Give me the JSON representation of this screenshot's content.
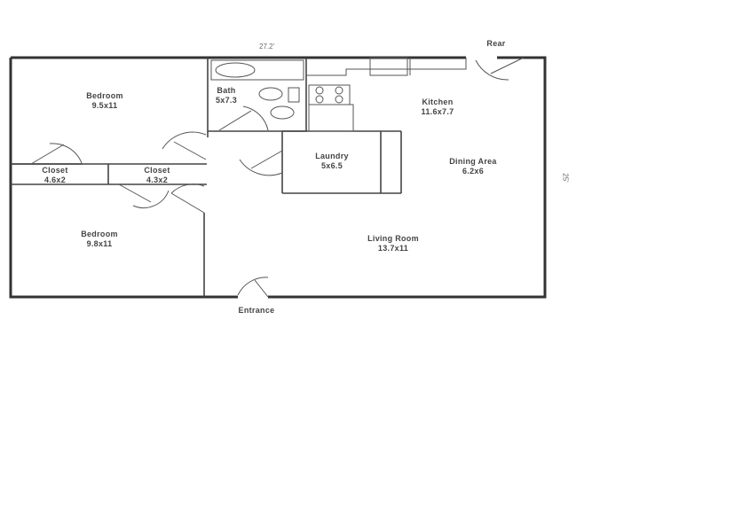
{
  "dimensions": {
    "width": "27.2'",
    "depth": "25'"
  },
  "labels": {
    "rear": "Rear",
    "entrance": "Entrance"
  },
  "rooms": [
    {
      "name": "Bedroom",
      "size": "9.5x11"
    },
    {
      "name": "Bath",
      "size": "5x7.3"
    },
    {
      "name": "Closet",
      "size": "4.6x2"
    },
    {
      "name": "Closet",
      "size": "4.3x2"
    },
    {
      "name": "Bedroom",
      "size": "9.8x11"
    },
    {
      "name": "Laundry",
      "size": "5x6.5"
    },
    {
      "name": "Kitchen",
      "size": "11.6x7.7"
    },
    {
      "name": "Dining Area",
      "size": "6.2x6"
    },
    {
      "name": "Living Room",
      "size": "13.7x11"
    }
  ],
  "colors": {
    "wall": "#333333",
    "line": "#555555"
  }
}
